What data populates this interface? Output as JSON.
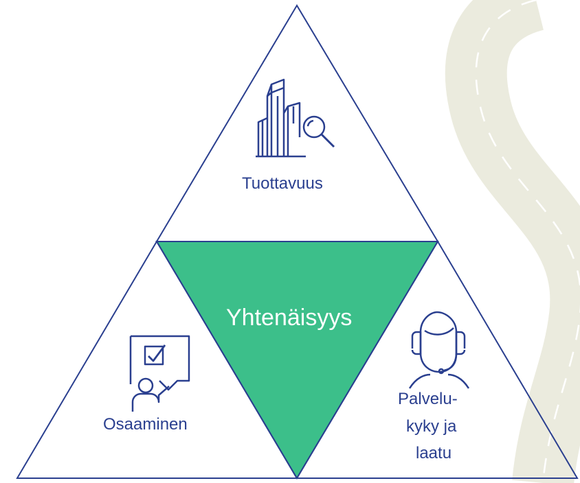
{
  "diagram": {
    "center": {
      "label": "Yhtenäisyys"
    },
    "top": {
      "label": "Tuottavuus",
      "icon": "building-magnifier-icon"
    },
    "left": {
      "label": "Osaaminen",
      "icon": "presenter-checkbox-icon"
    },
    "right": {
      "label_line1": "Palvelu-",
      "label_line2": "kyky ja",
      "label_line3": "laatu",
      "icon": "headset-agent-icon"
    }
  },
  "colors": {
    "line": "#2a3f8f",
    "icon": "#2a3f8f",
    "center_fill": "#3cbf8a",
    "center_text": "#ffffff",
    "road": "#ebebde",
    "road_dash": "#ffffff"
  }
}
